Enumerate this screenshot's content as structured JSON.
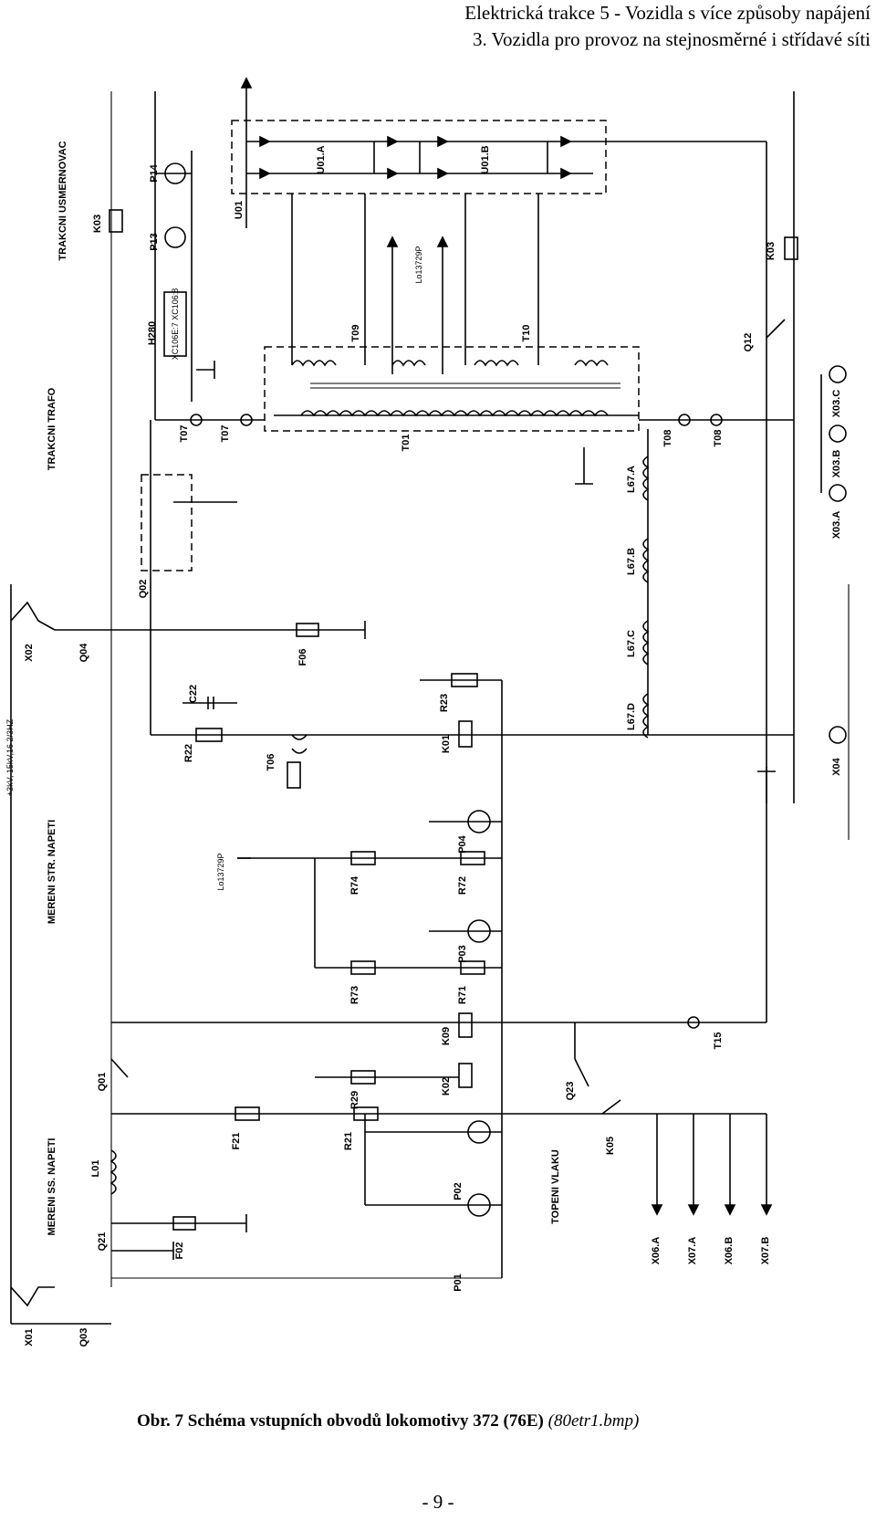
{
  "header": {
    "line1": "Elektrická trakce 5 - Vozidla s více způsoby napájení",
    "line2": "3. Vozidla pro provoz na stejnosměrné i střídavé síti"
  },
  "figure": {
    "caption": "Obr. 7 Schéma vstupních obvodů lokomotivy 372 (76E)",
    "filename": "(80etr1.bmp)",
    "labels": {
      "trakcni_usmernovac": "TRAKCNI USMERNOVAC",
      "trakcni_trafo": "TRAKCNI TRAFO",
      "mereni_str": "MERENI STR. NAPETI",
      "mereni_ss": "MERENI SS. NAPETI",
      "topeni": "TOPENI VLAKU",
      "supply": "+3kV, 15kV,16 2/3HZ",
      "K03": "K03",
      "P13": "P13",
      "P14": "P14",
      "H280": "H280",
      "H280_detail": "XC106E:7 XC106:8",
      "T07a": "T07",
      "T07b": "T07",
      "Lo1": "Lo13729P",
      "U01": "U01",
      "U01A": "U01.A",
      "U01B": "U01.B",
      "T01": "T01",
      "T09": "T09",
      "T10": "T10",
      "T08a": "T08",
      "T08b": "T08",
      "Q12": "Q12",
      "K03b": "K03",
      "X03A": "X03.A",
      "X03B": "X03.B",
      "X03C": "X03.C",
      "L67A": "L67.A",
      "L67B": "L67.B",
      "L67C": "L67.C",
      "L67D": "L67.D",
      "X04": "X04",
      "X02": "X02",
      "Q04": "Q04",
      "Q02": "Q02",
      "F06": "F06",
      "C22": "C22",
      "R22": "R22",
      "T06": "T06",
      "R23": "R23",
      "K01": "K01",
      "P04": "P04",
      "R72": "R72",
      "R74": "R74",
      "Lo2": "Lo13729P",
      "P03": "P03",
      "R71": "R71",
      "R73": "R73",
      "K09": "K09",
      "K02": "K02",
      "R29": "R29",
      "Q23": "Q23",
      "T15": "T15",
      "Q01": "Q01",
      "F21": "F21",
      "R21": "R21",
      "K05": "K05",
      "L01": "L01",
      "P02": "P02",
      "P01": "P01",
      "F02": "F02",
      "Q21": "Q21",
      "X01": "X01",
      "Q03": "Q03",
      "X06A": "X06.A",
      "X07A": "X07.A",
      "X06B": "X06.B",
      "X07B": "X07.B"
    }
  },
  "page_number": "- 9 -"
}
